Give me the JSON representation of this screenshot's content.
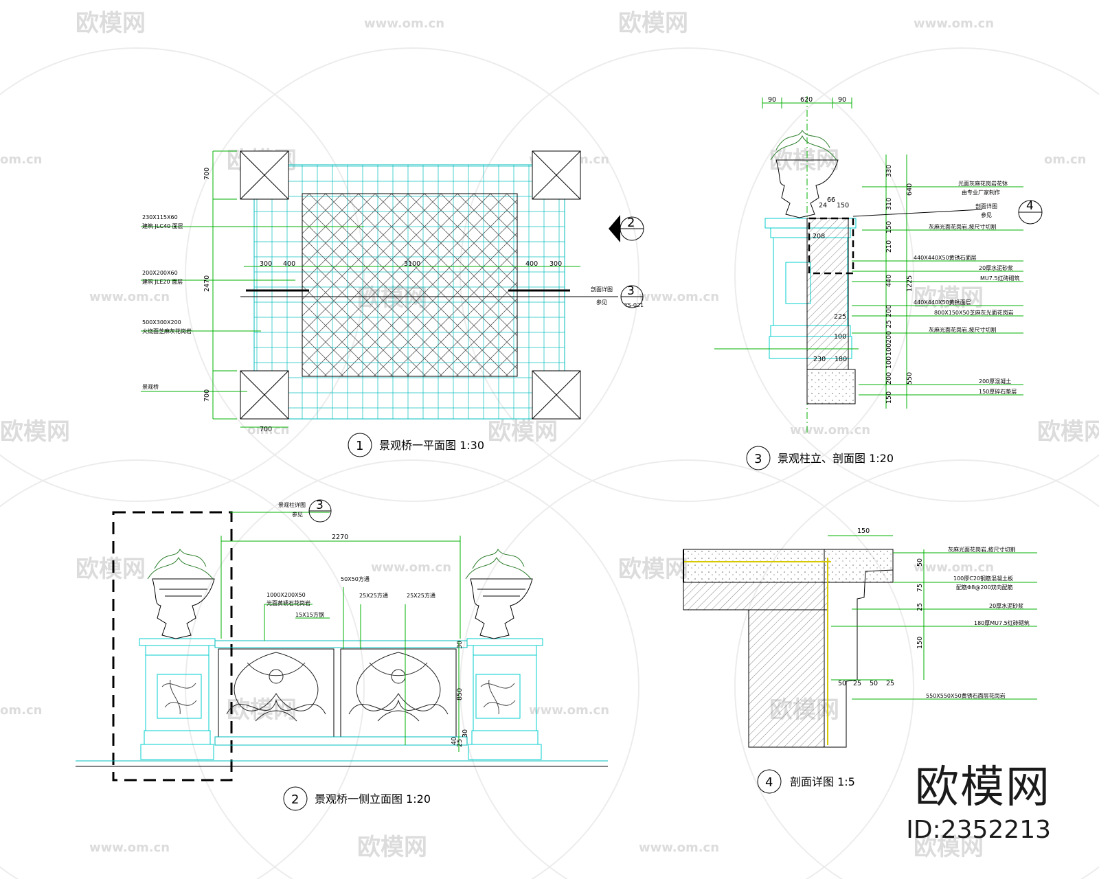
{
  "watermark": {
    "brand": "欧模网",
    "url": "www.om.cn",
    "url_short": "om.cn"
  },
  "brand_block": {
    "name": "欧模网",
    "id_label": "ID:2352213"
  },
  "views": {
    "plan": {
      "number": "1",
      "title": "景观桥一平面图 1:30",
      "dims": [
        "700",
        "2470",
        "700",
        "700",
        "300",
        "400",
        "3100",
        "400",
        "300"
      ],
      "notes": [
        "230X115X60",
        "建筑 JLC40 面层",
        "200X200X60",
        "建筑 JLE20 面层",
        "500X300X200",
        "火烧面芝麻灰花岗岩",
        "景观桥"
      ],
      "section_mark_2": "2",
      "section_mark_3": "3",
      "ref_3": "YS-021",
      "ref_3_note1": "剖面详图",
      "ref_3_note2": "参见"
    },
    "elevation": {
      "number": "2",
      "title": "景观桥一侧立面图 1:20",
      "dims": [
        "2270",
        "30",
        "850",
        "40",
        "25",
        "30"
      ],
      "notes": [
        "1000X200X50",
        "光面黄锈石花岗岩",
        "15X15方钢",
        "50X50方通",
        "25X25方通",
        "25X25方通"
      ],
      "ref_mark": "3",
      "ref_note1": "景观柱详图",
      "ref_note2": "参见"
    },
    "column": {
      "number": "3",
      "title": "景观柱立、剖面图  1:20",
      "top_dims": [
        "90",
        "620",
        "90"
      ],
      "side_dims": [
        "330",
        "640",
        "310",
        "150",
        "210",
        "440",
        "1225",
        "200",
        "25",
        "200",
        "100",
        "100",
        "200",
        "150",
        "550"
      ],
      "inner_dims": [
        "24",
        "66",
        "150",
        "208",
        "225",
        "100",
        "230",
        "180"
      ],
      "notes": [
        "光面灰麻花岗岩花钵",
        "由专业厂家制作",
        "剖面详图",
        "参见",
        "灰麻光面花岗岩,按尺寸切割",
        "440X440X50黄锈石面层",
        "20厚水泥砂浆",
        "MU7.5红砖砌筑",
        "440X440X50黄锈面层",
        "800X150X50芝麻灰光面花岗岩",
        "灰麻光面花岗岩,按尺寸切割",
        "200厚混凝土",
        "150厚碎石垫层"
      ],
      "ref_mark": "4"
    },
    "detail": {
      "number": "4",
      "title": "剖面详图      1:5",
      "dims_top": [
        "150"
      ],
      "dims_side": [
        "50",
        "75",
        "25",
        "150"
      ],
      "dims_bottom": [
        "50",
        "25",
        "50",
        "25"
      ],
      "notes": [
        "灰麻光面花岗岩,按尺寸切割",
        "100厚C20钢筋混凝土板",
        "配筋Φ8@200双向配筋",
        "20厚水泥砂浆",
        "180厚MU7.5红砖砌筑",
        "550X550X50黄锈石面层花岗岩"
      ]
    }
  }
}
